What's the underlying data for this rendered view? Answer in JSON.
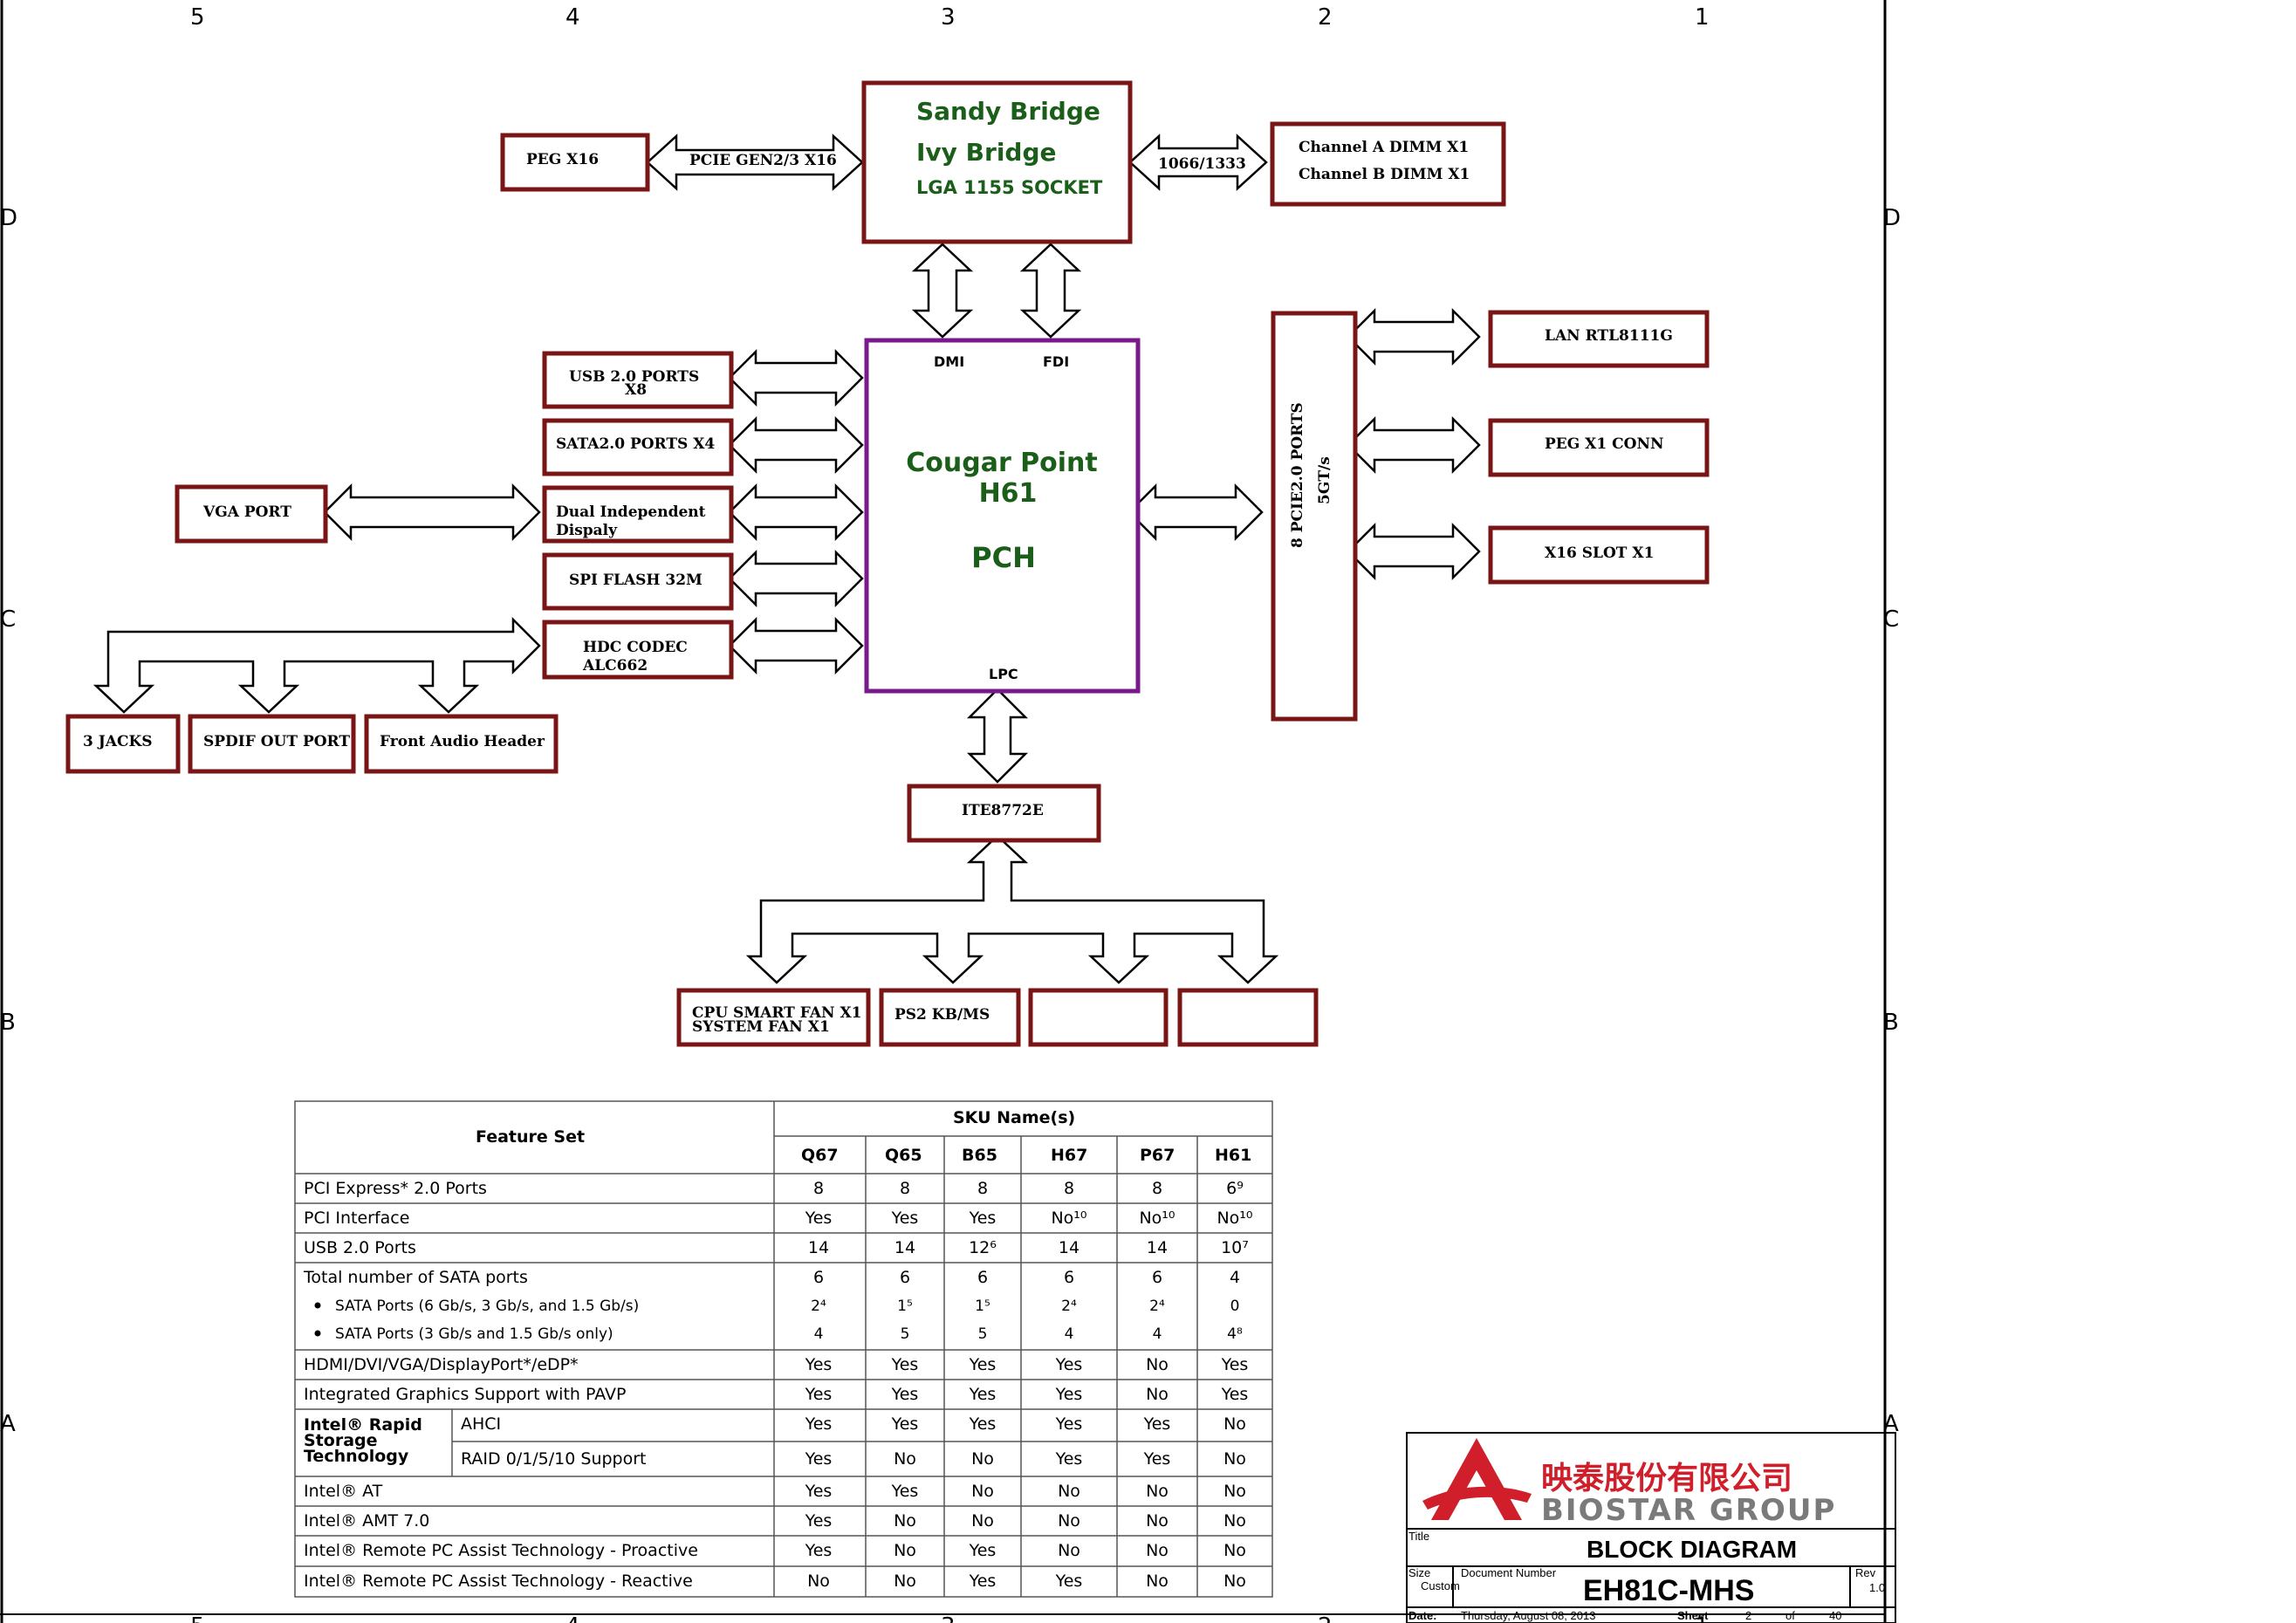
{
  "grid": {
    "columns": [
      "5",
      "4",
      "3",
      "2",
      "1"
    ],
    "rows": [
      "D",
      "C",
      "B",
      "A"
    ]
  },
  "cpu": {
    "line1": "Sandy Bridge",
    "line2": "Ivy Bridge",
    "line3": "LGA 1155 SOCKET"
  },
  "pch": {
    "line1": "Cougar Point",
    "line2": "H61",
    "line3": "PCH",
    "dmi": "DMI",
    "fdi": "FDI",
    "lpc": "LPC"
  },
  "blocks": {
    "peg_x16": "PEG X16",
    "pcie_gen": "PCIE GEN2/3 X16",
    "mem_speed": "1066/1333",
    "dimm_a": "Channel A DIMM X1",
    "dimm_b": "Channel B DIMM X1",
    "usb_1": "USB 2.0 PORTS",
    "usb_2": "X8",
    "sata": "SATA2.0 PORTS X4",
    "vga": "VGA PORT",
    "dual_1": "Dual Independent",
    "dual_2": "Dispaly",
    "spi": "SPI FLASH 32M",
    "hdc_1": "HDC CODEC",
    "hdc_2": "ALC662",
    "jacks": "3 JACKS",
    "spdif": "SPDIF OUT PORT",
    "front_audio": "Front Audio Header",
    "pcie_ports_1": "8 PCIE2.0 PORTS",
    "pcie_ports_2": "5GT/s",
    "lan": "LAN RTL8111G",
    "peg_x1": "PEG X1 CONN",
    "x16_slot": "X16 SLOT X1",
    "ite": "ITE8772E",
    "fan_1": "CPU SMART FAN X1",
    "fan_2": "SYSTEM FAN X1",
    "ps2": "PS2 KB/MS"
  },
  "table": {
    "feature_header": "Feature Set",
    "sku_header": "SKU Name(s)",
    "skus": [
      "Q67",
      "Q65",
      "B65",
      "H67",
      "P67",
      "H61"
    ],
    "rows": [
      {
        "label": "PCI Express* 2.0 Ports",
        "values": [
          "8",
          "8",
          "8",
          "8",
          "8",
          "6⁹"
        ]
      },
      {
        "label": "PCI Interface",
        "values": [
          "Yes",
          "Yes",
          "Yes",
          "No¹⁰",
          "No¹⁰",
          "No¹⁰"
        ]
      },
      {
        "label": "USB 2.0 Ports",
        "values": [
          "14",
          "14",
          "12⁶",
          "14",
          "14",
          "10⁷"
        ]
      },
      {
        "label": "Total number of SATA ports",
        "values": [
          "6",
          "6",
          "6",
          "6",
          "6",
          "4"
        ]
      },
      {
        "label": "SATA Ports (6 Gb/s, 3 Gb/s, and 1.5 Gb/s)",
        "values": [
          "2⁴",
          "1⁵",
          "1⁵",
          "2⁴",
          "2⁴",
          "0"
        ]
      },
      {
        "label": "SATA Ports (3 Gb/s and 1.5 Gb/s only)",
        "values": [
          "4",
          "5",
          "5",
          "4",
          "4",
          "4⁸"
        ]
      },
      {
        "label": "HDMI/DVI/VGA/DisplayPort*/eDP*",
        "values": [
          "Yes",
          "Yes",
          "Yes",
          "Yes",
          "No",
          "Yes"
        ]
      },
      {
        "label": "Integrated Graphics Support with PAVP",
        "values": [
          "Yes",
          "Yes",
          "Yes",
          "Yes",
          "No",
          "Yes"
        ]
      },
      {
        "label": "AHCI",
        "values": [
          "Yes",
          "Yes",
          "Yes",
          "Yes",
          "Yes",
          "No"
        ]
      },
      {
        "label": "RAID 0/1/5/10 Support",
        "values": [
          "Yes",
          "No",
          "No",
          "Yes",
          "Yes",
          "No"
        ]
      },
      {
        "label": "Intel® AT",
        "values": [
          "Yes",
          "Yes",
          "No",
          "No",
          "No",
          "No"
        ]
      },
      {
        "label": "Intel® AMT 7.0",
        "values": [
          "Yes",
          "No",
          "No",
          "No",
          "No",
          "No"
        ]
      },
      {
        "label": "Intel® Remote PC Assist Technology - Proactive",
        "values": [
          "Yes",
          "No",
          "Yes",
          "No",
          "No",
          "No"
        ]
      },
      {
        "label": "Intel® Remote PC Assist Technology - Reactive",
        "values": [
          "No",
          "No",
          "Yes",
          "Yes",
          "No",
          "No"
        ]
      }
    ],
    "rst_1": "Intel® Rapid",
    "rst_2": "Storage",
    "rst_3": "Technology"
  },
  "title_block": {
    "company_cn": "映泰股份有限公司",
    "company_en": "BIOSTAR GROUP",
    "title_label": "Title",
    "title": "BLOCK DIAGRAM",
    "size_label": "Size",
    "size": "Custom",
    "docnum_label": "Document Number",
    "docnum": "EH81C-MHS",
    "rev_label": "Rev",
    "rev": "1.0",
    "date_label": "Date:",
    "date": "Thursday, August 08, 2013",
    "sheet_label": "Sheet",
    "sheet": "2",
    "of_label": "of",
    "sheets": "40"
  },
  "colors": {
    "box_border": "#7a1515",
    "pch_border": "#7a1a8a",
    "cpu_text": "#1a5e1a",
    "logo_red": "#d01f2a",
    "logo_gray": "#7a7a7a"
  }
}
